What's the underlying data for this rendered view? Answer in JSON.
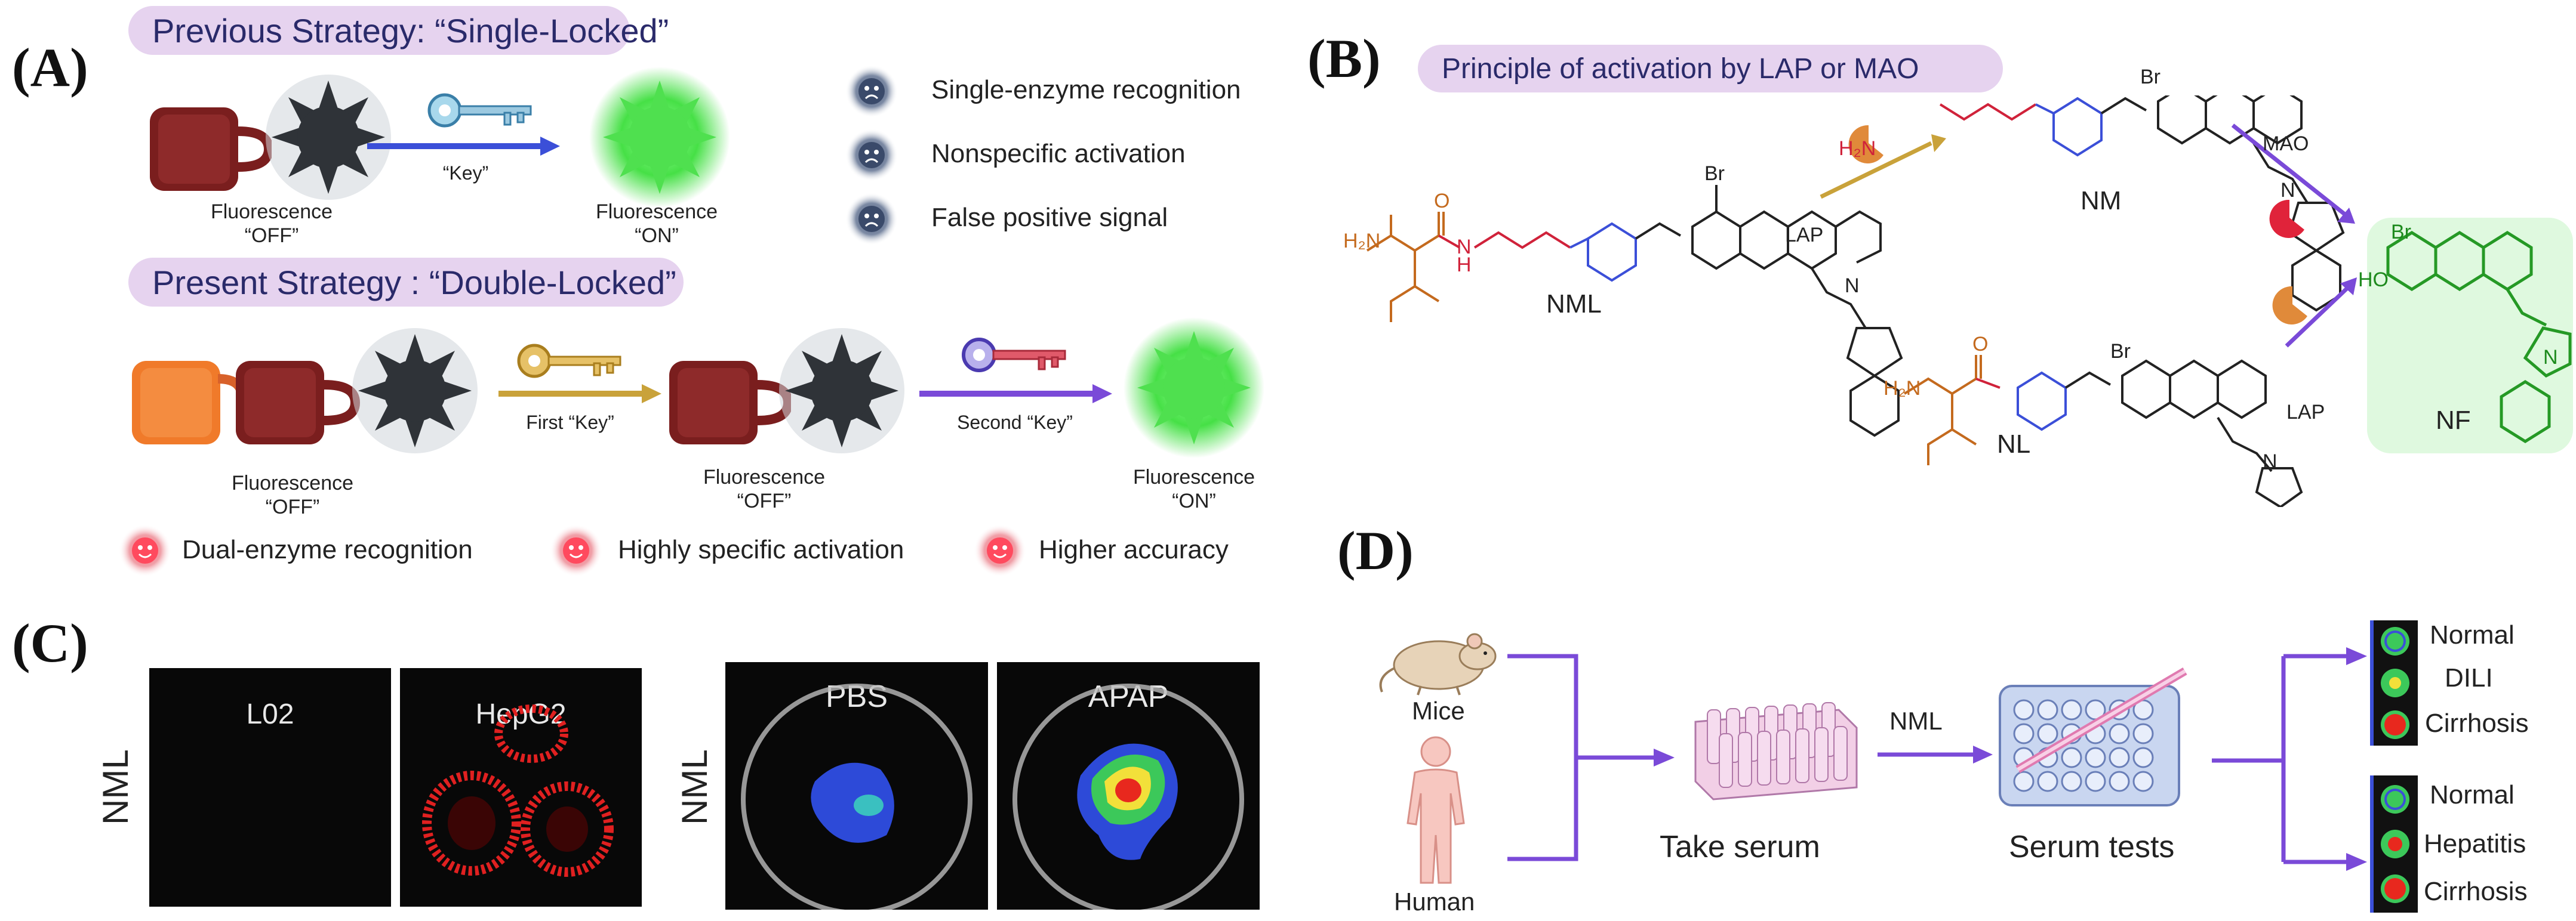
{
  "panels": {
    "a": "(A)",
    "b": "(B)",
    "c": "(C)",
    "d": "(D)"
  },
  "panel_a": {
    "previous_title": "Previous Strategy: “Single-Locked”",
    "present_title": "Present Strategy : “Double-Locked”",
    "key_label": "“Key”",
    "first_key_label": "First “Key”",
    "second_key_label": "Second “Key”",
    "fluor_off_line1": "Fluorescence",
    "fluor_off_line2": "“OFF”",
    "fluor_on_line1": "Fluorescence",
    "fluor_on_line2": "“ON”",
    "drawbacks": [
      "Single-enzyme recognition",
      "Nonspecific activation",
      "False positive signal"
    ],
    "advantages": [
      "Dual-enzyme recognition",
      "Highly specific activation",
      "Higher accuracy"
    ],
    "colors": {
      "pill": "#e6d3ef",
      "lock_dark": "#7a1e1e",
      "lock_orange": "#f07a2a",
      "sun_dark": "#2f3338",
      "sun_green": "#4fe04f",
      "arrow_blue": "#3b4fd8",
      "arrow_gold": "#c9a23a",
      "arrow_purple": "#7a4ad8"
    }
  },
  "panel_b": {
    "title": "Principle of activation by LAP or MAO",
    "compounds": [
      "NML",
      "NM",
      "NL",
      "NF"
    ],
    "enzymes": {
      "lap_top": "LAP",
      "mao": "MAO",
      "lap_bottom": "LAP"
    },
    "atoms": {
      "br": "Br",
      "h2n": "H₂N",
      "ho": "HO",
      "o": "O",
      "n": "N",
      "h": "H"
    }
  },
  "panel_c": {
    "side_label": "NML",
    "images": [
      "L02",
      "HepG2",
      "PBS",
      "APAP"
    ]
  },
  "panel_d": {
    "sources": [
      "Mice",
      "Human"
    ],
    "step1": "Take serum",
    "reagent": "NML",
    "step2": "Serum tests",
    "mice_results": [
      "Normal",
      "DILI",
      "Cirrhosis"
    ],
    "human_results": [
      "Normal",
      "Hepatitis",
      "Cirrhosis"
    ]
  }
}
